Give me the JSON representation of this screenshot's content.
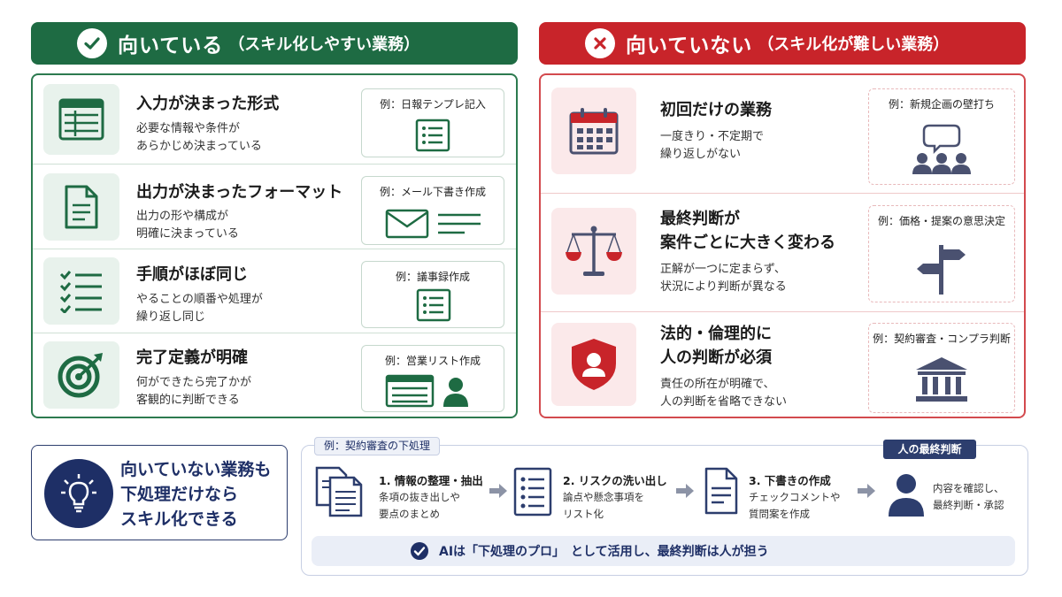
{
  "left": {
    "title": "向いている",
    "subtitle": "（スキル化しやすい業務）",
    "rows": [
      {
        "title": "入力が決まった形式",
        "desc1": "必要な情報や条件が",
        "desc2": "あらかじめ決まっている",
        "example": "例：日報テンプレ記入"
      },
      {
        "title": "出力が決まったフォーマット",
        "desc1": "出力の形や構成が",
        "desc2": "明確に決まっている",
        "example": "例：メール下書き作成"
      },
      {
        "title": "手順がほぼ同じ",
        "desc1": "やることの順番や処理が",
        "desc2": "繰り返し同じ",
        "example": "例：議事録作成"
      },
      {
        "title": "完了定義が明確",
        "desc1": "何ができたら完了かが",
        "desc2": "客観的に判断できる",
        "example": "例：営業リスト作成"
      }
    ]
  },
  "right": {
    "title": "向いていない",
    "subtitle": "（スキル化が難しい業務）",
    "rows": [
      {
        "title1": "初回だけの業務",
        "title2": "",
        "desc1": "一度きり・不定期で",
        "desc2": "繰り返しがない",
        "example": "例：新規企画の壁打ち"
      },
      {
        "title1": "最終判断が",
        "title2": "案件ごとに大きく変わる",
        "desc1": "正解が一つに定まらず、",
        "desc2": "状況により判断が異なる",
        "example": "例：価格・提案の意思決定"
      },
      {
        "title1": "法的・倫理的に",
        "title2": "人の判断が必須",
        "desc1": "責任の所在が明確で、",
        "desc2": "人の判断を省略できない",
        "example": "例：契約審査・コンプラ判断"
      }
    ]
  },
  "callout": {
    "line1": "向いていない業務も",
    "line2": "下処理だけなら",
    "line3": "スキル化できる"
  },
  "process": {
    "tag": "例：契約審査の下処理",
    "final_tag": "人の最終判断",
    "steps": [
      {
        "title": "1. 情報の整理・抽出",
        "desc1": "条項の抜き出しや",
        "desc2": "要点のまとめ"
      },
      {
        "title": "2. リスクの洗い出し",
        "desc1": "論点や懸念事項を",
        "desc2": "リスト化"
      },
      {
        "title": "3. 下書きの作成",
        "desc1": "チェックコメントや",
        "desc2": "質問案を作成"
      }
    ],
    "final_desc1": "内容を確認し、",
    "final_desc2": "最終判断・承認",
    "summary": "AIは「下処理のプロ」　として活用し、最終判断は人が担う"
  },
  "colors": {
    "green": "#1e6b43",
    "red": "#c8242a",
    "navy": "#1e2f66"
  }
}
